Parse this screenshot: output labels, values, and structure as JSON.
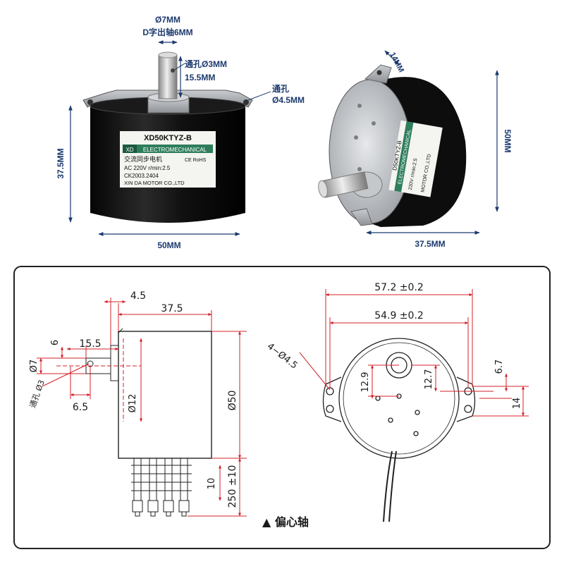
{
  "photo_left": {
    "shaft_diameter": "Ø7MM",
    "shaft_type": "D字出轴6MM",
    "through_hole": "通孔Ø3MM",
    "shaft_length": "15.5MM",
    "mount_hole": "通孔\nØ4.5MM",
    "height": "37.5MM",
    "width": "50MM",
    "label": {
      "model": "XD50KTYZ-B",
      "brand_short": "XD",
      "brand_bar": "ELECTROMECHANICAL",
      "type_cn": "交流同步电机",
      "marks": "CE RoHS",
      "spec": "AC 220V  r/min:2.5",
      "code": "CK2003.2404",
      "maker": "XIN DA MOTOR CO.,LTD"
    }
  },
  "photo_right": {
    "tab": "14MM",
    "height": "50MM",
    "depth": "37.5MM"
  },
  "drawing_side": {
    "d_4_5": "4.5",
    "d_37_5": "37.5",
    "d_6": "6",
    "d_15_5": "15.5",
    "d_7": "Ø7",
    "hole": "通孔 Ø3",
    "d_6_5": "6.5",
    "d_12": "Ø12",
    "d_50": "Ø50",
    "d_10": "10",
    "d_lead": "250 ±10"
  },
  "drawing_front": {
    "d_57_2": "57.2 ±0.2",
    "d_54_9": "54.9 ±0.2",
    "holes": "4−Ø4.5",
    "d_12_9": "12.9",
    "d_12_7": "12.7",
    "d_6_7": "6.7",
    "d_14": "14"
  },
  "caption": "▲ 偏心轴",
  "colors": {
    "dimension_blue": "#1c3a6e",
    "dimension_red": "#d4202a",
    "motor_black": "#141414",
    "label_green": "#2e7d5b"
  }
}
